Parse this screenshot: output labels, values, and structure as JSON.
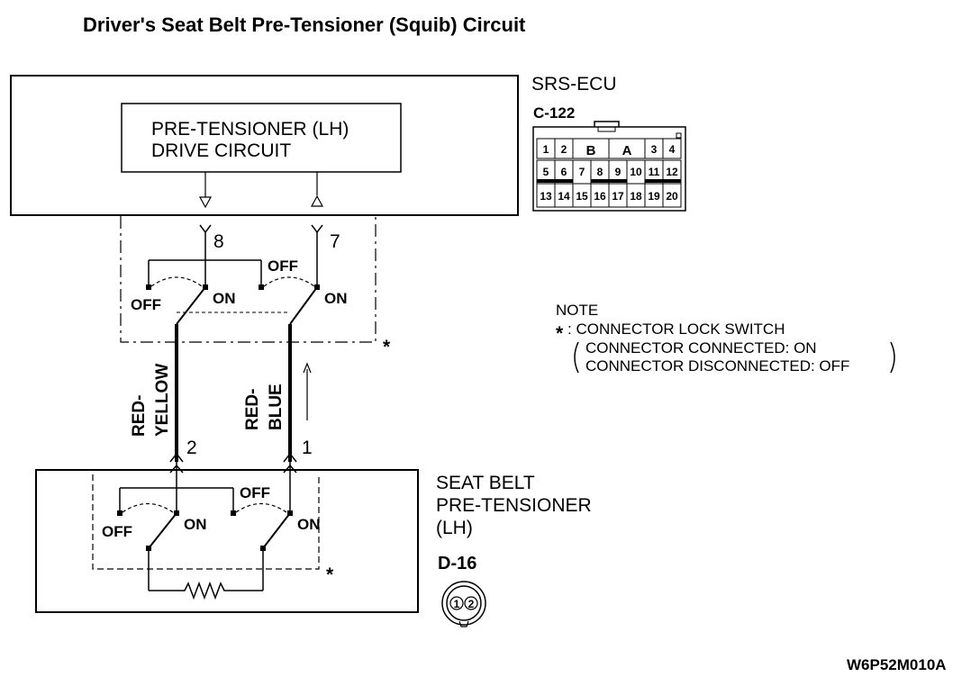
{
  "title": "Driver's Seat Belt Pre-Tensioner (Squib) Circuit",
  "ecu": {
    "name": "SRS-ECU",
    "connector": "C-122",
    "drive_circuit_line1": "PRE-TENSIONER (LH)",
    "drive_circuit_line2": "DRIVE CIRCUIT",
    "pin_a": "8",
    "pin_b": "7",
    "switch_off": "OFF",
    "switch_on": "ON",
    "lock_mark": "*",
    "connector_pins": [
      "1",
      "2",
      "B",
      "A",
      "3",
      "4",
      "5",
      "6",
      "7",
      "8",
      "9",
      "10",
      "11",
      "12",
      "13",
      "14",
      "15",
      "16",
      "17",
      "18",
      "19",
      "20"
    ]
  },
  "wires": [
    {
      "color_line1": "RED-",
      "color_line2": "YELLOW",
      "pin": "2"
    },
    {
      "color_line1": "RED-",
      "color_line2": "BLUE",
      "pin": "1"
    }
  ],
  "pretensioner": {
    "name_line1": "SEAT BELT",
    "name_line2": "PRE-TENSIONER",
    "name_line3": "(LH)",
    "connector": "D-16",
    "connector_pins": [
      "1",
      "2"
    ],
    "switch_off": "OFF",
    "switch_on": "ON",
    "lock_mark": "*"
  },
  "note": {
    "heading": "NOTE",
    "star": "*",
    "line1": ": CONNECTOR LOCK SWITCH",
    "line2": "CONNECTOR CONNECTED: ON",
    "line3": "CONNECTOR DISCONNECTED: OFF"
  },
  "figure_code": "W6P52M010A"
}
